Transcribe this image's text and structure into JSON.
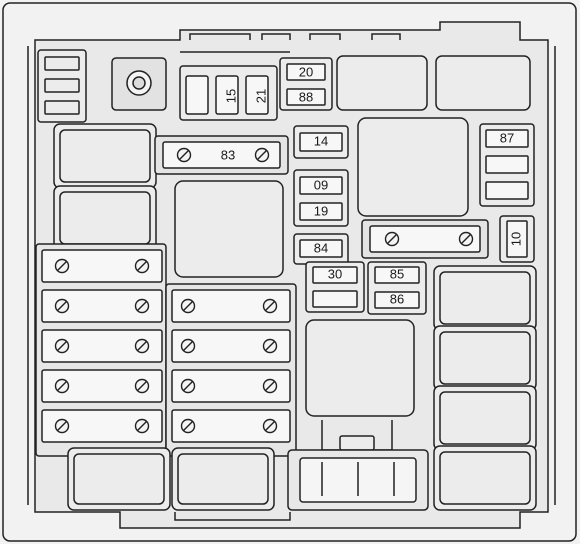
{
  "diagram": {
    "colors": {
      "background": "#f2f2f2",
      "box_fill": "#ececec",
      "panel_fill": "#e6e6e6",
      "stroke": "#222222"
    },
    "fuse_labels": {
      "f20": "20",
      "f15": "15",
      "f21": "21",
      "f88": "88",
      "f83": "83",
      "f14": "14",
      "f87": "87",
      "f09": "09",
      "f19": "19",
      "f10": "10",
      "f84": "84",
      "f30": "30",
      "f85": "85",
      "f86": "86"
    }
  }
}
